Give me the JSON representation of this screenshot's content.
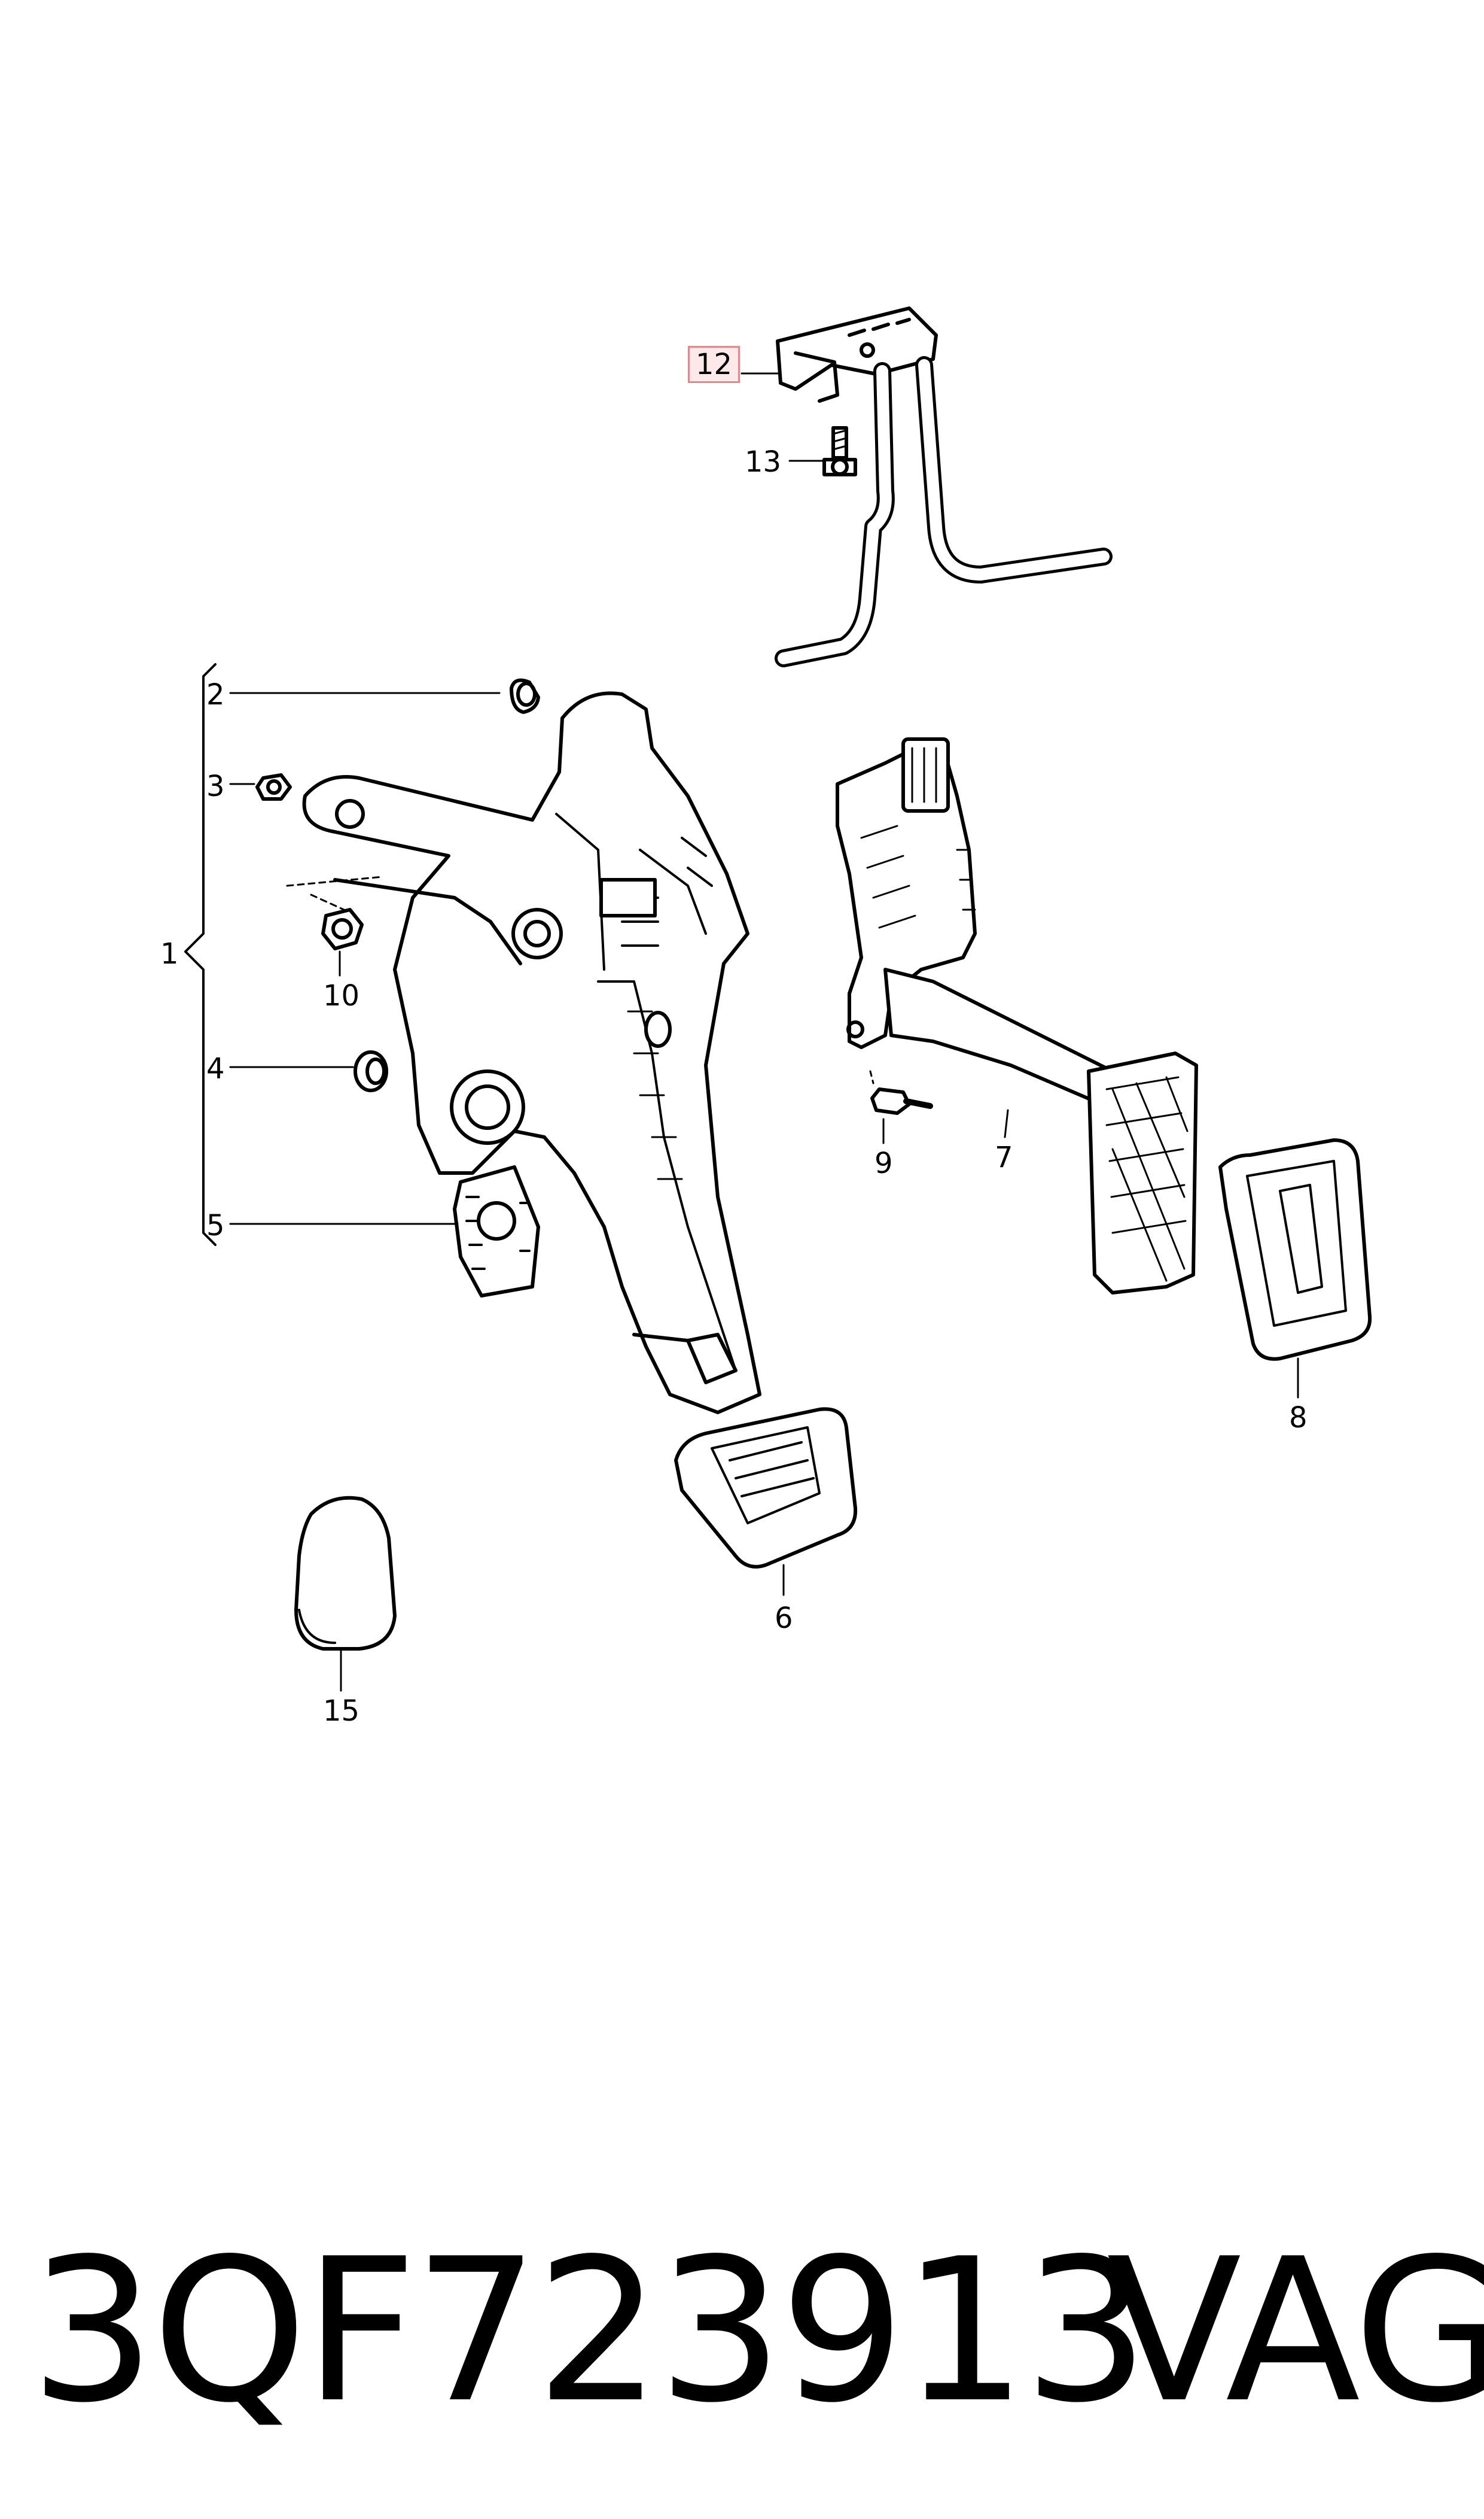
{
  "callouts": {
    "c1": "1",
    "c2": "2",
    "c3": "3",
    "c4": "4",
    "c5": "5",
    "c6": "6",
    "c7": "7",
    "c8": "8",
    "c9": "9",
    "c10": "10",
    "c12": "12",
    "c13": "13",
    "c15": "15"
  },
  "highlighted_callout": "12",
  "highlight_color": "#e08a8f",
  "caption": {
    "part_number": "3QF723913",
    "brand": "VAG"
  }
}
